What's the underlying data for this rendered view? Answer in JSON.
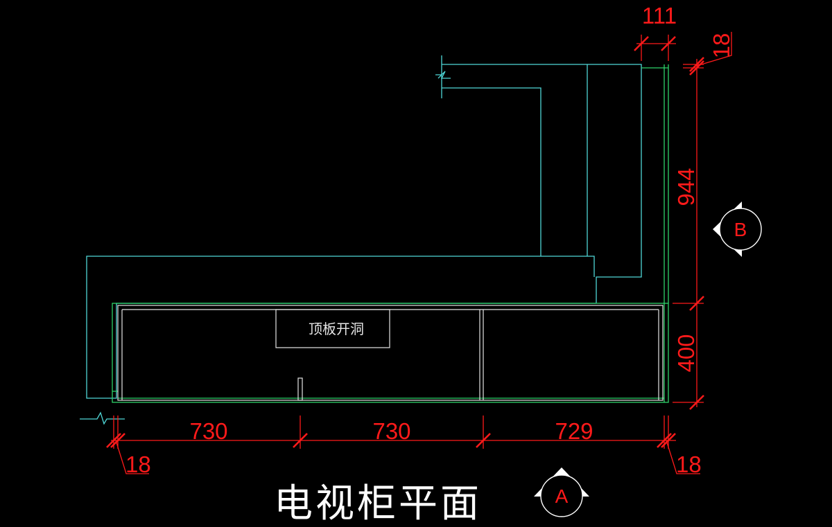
{
  "title": "电视柜平面",
  "colors": {
    "background": "#000000",
    "dimension": "#ff1a1a",
    "outline": "#4fd8d8",
    "cabinet": "#2ed36a",
    "panel": "#e6e6e6"
  },
  "dimensions": {
    "bottom": [
      "730",
      "730",
      "729"
    ],
    "bottom_left_offset": "18",
    "bottom_right_offset": "18",
    "top_width": "111",
    "top_offset": "18",
    "right_upper": "944",
    "right_lower": "400"
  },
  "label_opening": "顶板开洞",
  "markers": {
    "side": "B",
    "front": "A"
  }
}
